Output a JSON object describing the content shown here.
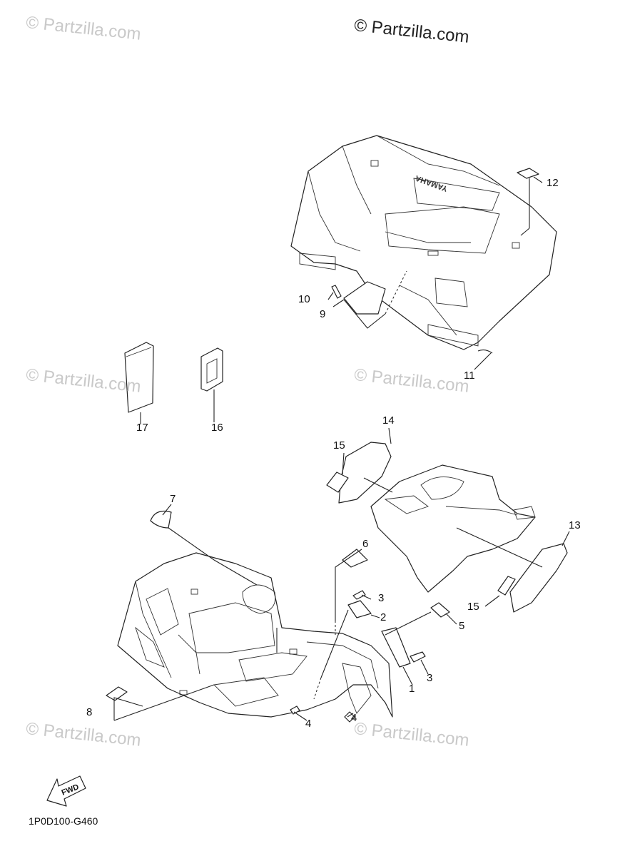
{
  "watermark_main": "© Partzilla.com",
  "watermarks": [
    "© Partzilla.com",
    "© Partzilla.com",
    "© Partzilla.com",
    "© Partzilla.com",
    "© Partzilla.com"
  ],
  "diagram_code": "1P0D100-G460",
  "fwd_label": "FWD",
  "rear_fender_brand": "YAMAHA",
  "callouts": [
    "1",
    "2",
    "3",
    "3",
    "4",
    "4",
    "5",
    "6",
    "7",
    "8",
    "9",
    "10",
    "11",
    "12",
    "13",
    "14",
    "15",
    "15",
    "16",
    "17"
  ]
}
